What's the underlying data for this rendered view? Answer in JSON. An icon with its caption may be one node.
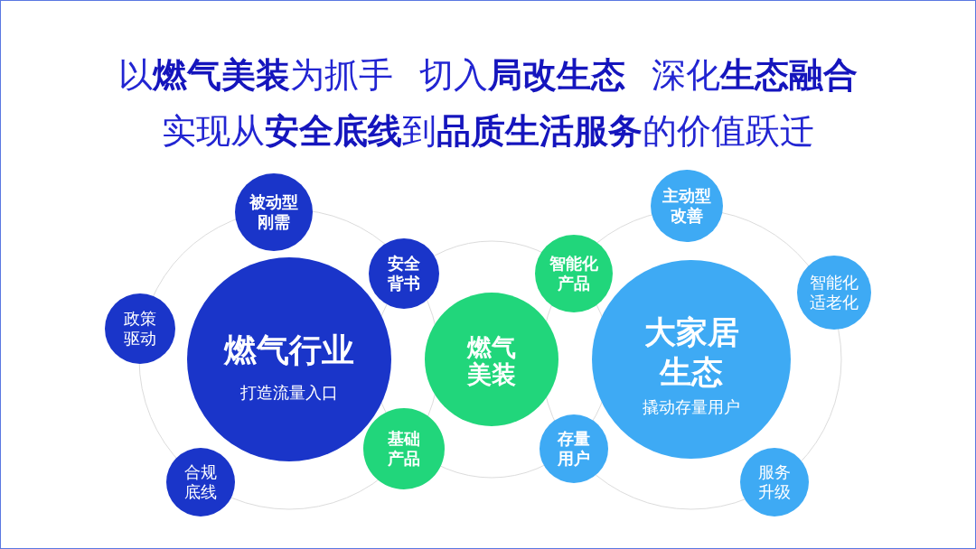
{
  "diagram": {
    "title": "以**燃气美装**为抓手 切入**局改生态** 深化**生态融合**实现从**安全底线**到**品质生活服务**的价值跃迁",
    "nodes": [
      {
        "text": [
          "燃气行业",
          "打造流量入口"
        ]
      },
      {
        "text": [
          "燃气美装"
        ]
      },
      {
        "text": [
          "大家居生态",
          "撬动存量用户"
        ]
      },
      {
        "text": [
          "被动型刚需"
        ]
      },
      {
        "text": [
          "安全背书"
        ]
      },
      {
        "text": [
          "政策驱动"
        ]
      },
      {
        "text": [
          "合规底线"
        ]
      },
      {
        "text": [
          "基础产品"
        ]
      },
      {
        "text": [
          "智能化产品"
        ]
      },
      {
        "text": [
          "存量用户"
        ]
      },
      {
        "text": [
          "主动型改善"
        ]
      },
      {
        "text": [
          "智能化适老化"
        ]
      },
      {
        "text": [
          "服务升级"
        ]
      }
    ]
  }
}
